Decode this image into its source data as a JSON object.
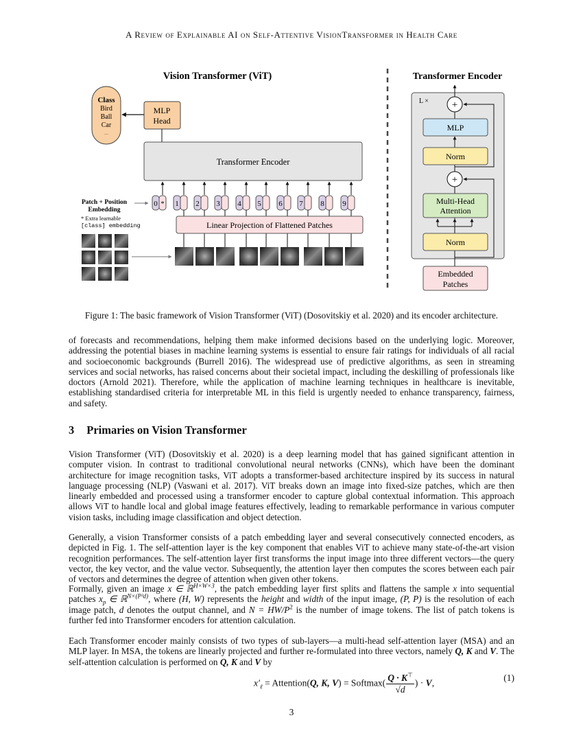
{
  "header": "A Review of Explainable AI on Self-Attentive VisionTransformer in Health Care",
  "figure": {
    "vit_title": "Vision Transformer (ViT)",
    "class_label": "Class",
    "classes": [
      "Bird",
      "Ball",
      "Car",
      "..."
    ],
    "mlp_head": [
      "MLP",
      "Head"
    ],
    "transformer_encoder": "Transformer Encoder",
    "patch_position": [
      "Patch + Position",
      "Embedding"
    ],
    "extra_note": [
      "* Extra learnable",
      "[class] embedding"
    ],
    "tokens": [
      "0",
      "1",
      "2",
      "3",
      "4",
      "5",
      "6",
      "7",
      "8",
      "9"
    ],
    "class_token_marker": "*",
    "linear_projection": "Linear Projection of Flattened Patches",
    "encoder_title": "Transformer Encoder",
    "repeat_label": "L ×",
    "plus": "+",
    "mlp": "MLP",
    "norm": "Norm",
    "mha": [
      "Multi-Head",
      "Attention"
    ],
    "embedded": [
      "Embedded",
      "Patches"
    ],
    "colors": {
      "orange": "#f9d0a3",
      "gray": "#e5e5e5",
      "pink": "#fbe0e1",
      "purple": "#d9cfe6",
      "blue": "#cde6f6",
      "yellow": "#fcecaa",
      "green": "#d5ecc3"
    }
  },
  "caption": "Figure 1: The basic framework of Vision Transformer (ViT) (Dosovitskiy et al. 2020) and its encoder architecture.",
  "para1": "of forecasts and recommendations, helping them make informed decisions based on the underlying logic. Moreover, addressing the potential biases in machine learning systems is essential to ensure fair ratings for individuals of all racial and socioeconomic backgrounds (Burrell 2016). The widespread use of predictive algorithms, as seen in streaming services and social networks, has raised concerns about their societal impact, including the deskilling of professionals like doctors (Arnold 2021). Therefore, while the application of machine learning techniques in healthcare is inevitable, establishing standardised criteria for interpretable ML in this field is urgently needed to enhance transparency, fairness, and safety.",
  "section": {
    "number": "3",
    "title": "Primaries on Vision Transformer"
  },
  "para2": "Vision Transformer (ViT) (Dosovitskiy et al. 2020) is a deep learning model that has gained significant attention in computer vision. In contrast to traditional convolutional neural networks (CNNs), which have been the dominant architecture for image recognition tasks, ViT adopts a transformer-based architecture inspired by its success in natural language processing (NLP) (Vaswani et al. 2017). ViT breaks down an image into fixed-size patches, which are then linearly embedded and processed using a transformer encoder to capture global contextual information. This approach allows ViT to handle local and global image features effectively, leading to remarkable performance in various computer vision tasks, including image classification and object detection.",
  "para3": "Generally, a vision Transformer consists of a patch embedding layer and several consecutively connected encoders, as depicted in Fig. 1. The self-attention layer is the key component that enables ViT to achieve many state-of-the-art vision recognition performances. The self-attention layer first transforms the input image into three different vectors—the query vector, the key vector, and the value vector. Subsequently, the attention layer then computes the scores between each pair of vectors and determines the degree of attention when given other tokens.",
  "para4": {
    "t1": "Formally, given an image ",
    "m1": "x ∈ ℝ",
    "s1": "H×W×3",
    "t2": ", the patch embedding layer first splits and flattens the sample ",
    "m2": "x",
    "t3": " into sequential patches ",
    "m3": "x",
    "sub3": "p",
    "m3b": " ∈ ℝ",
    "s3": "N×(P²d)",
    "t4": ", where ",
    "m4": "(H, W)",
    "t5": " represents the ",
    "i1": "height",
    "t6": " and ",
    "i2": "width",
    "t7": " of the input image, ",
    "m5": "(P, P)",
    "t8": " is the resolution of each image patch, ",
    "m6": "d",
    "t9": " denotes the output channel, and ",
    "m7": "N = HW/P",
    "s7": "2",
    "t10": " is the number of image tokens. The list of patch tokens is further fed into Transformer encoders for attention calculation."
  },
  "para5": {
    "t1": "Each Transformer encoder mainly consists of two types of sub-layers—a multi-head self-attention layer (MSA) and an MLP layer. In MSA, the tokens are linearly projected and further re-formulated into three vectors, namely ",
    "b1": "Q, K",
    "t2": " and ",
    "b2": "V",
    "t3": ". The self-attention calculation is performed on ",
    "b3": "Q, K",
    "t4": " and ",
    "b4": "V",
    "t5": " by"
  },
  "equation": {
    "lhs": "x′",
    "lhs_sub": "ℓ",
    "mid": " = Attention(",
    "args": "Q, K, V",
    "mid2": ") = Softmax(",
    "num": "Q · K",
    "num_sup": "⊤",
    "den": "√d",
    "end": ") · ",
    "endv": "V",
    "comma": ",",
    "number": "(1)"
  },
  "page_number": "3"
}
